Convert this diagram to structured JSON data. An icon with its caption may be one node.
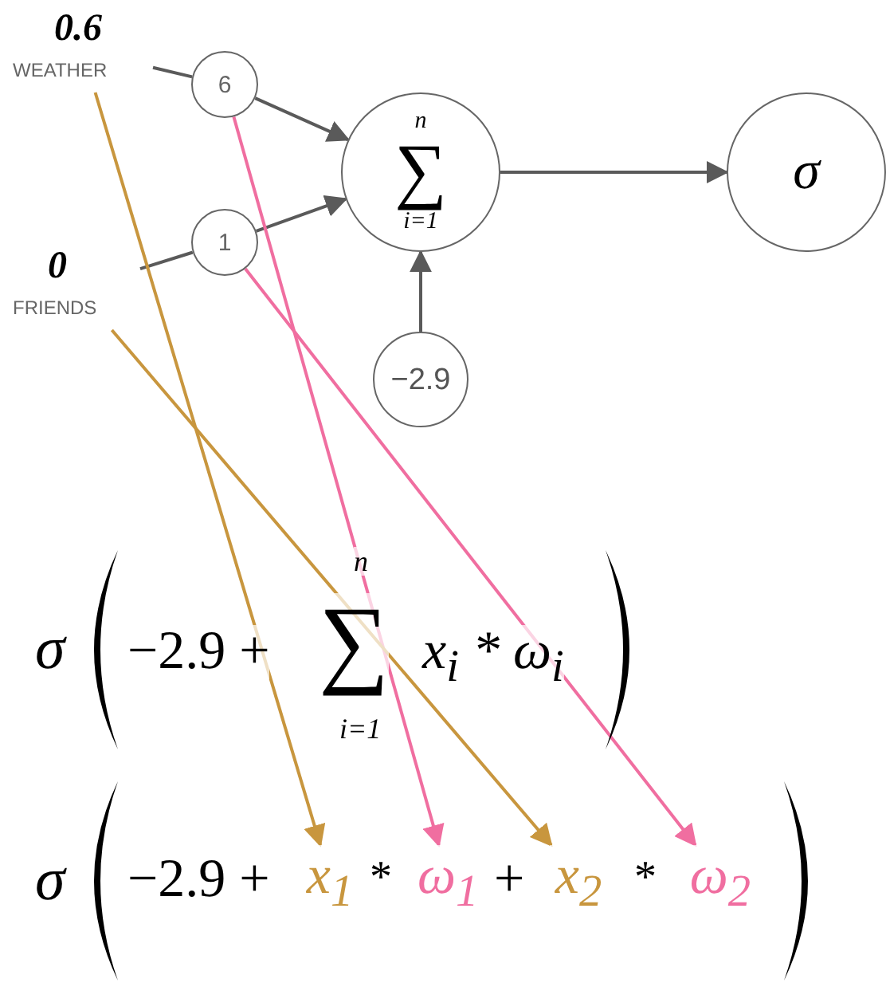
{
  "diagram": {
    "nodes": [
      {
        "text": [
          "0.6",
          "WEATHER"
        ]
      },
      {
        "text": [
          "6"
        ]
      },
      {
        "text": [
          "0",
          "FRIENDS"
        ]
      },
      {
        "text": [
          "1"
        ]
      },
      {
        "text": [
          "n",
          "∑",
          "i=1"
        ]
      },
      {
        "text": [
          "σ"
        ]
      },
      {
        "text": [
          "−2.9"
        ]
      },
      {
        "text": [
          "x$_{1}$"
        ]
      },
      {
        "text": [
          "ω$_{1}$"
        ]
      },
      {
        "text": [
          "x$_{2}$"
        ]
      },
      {
        "text": [
          "ω$_{2}$"
        ]
      }
    ],
    "edges": [
      {
        "from": 0,
        "to": 1,
        "arrow": "none"
      },
      {
        "from": 1,
        "to": 4,
        "arrow": "to"
      },
      {
        "from": 2,
        "to": 3,
        "arrow": "none"
      },
      {
        "from": 3,
        "to": 4,
        "arrow": "to"
      },
      {
        "from": 4,
        "to": 5,
        "arrow": "to"
      },
      {
        "from": 6,
        "to": 4,
        "arrow": "to"
      },
      {
        "from": 0,
        "to": 7,
        "arrow": "to",
        "color": "#c8963e"
      },
      {
        "from": 1,
        "to": 8,
        "arrow": "to",
        "color": "#f06ea0"
      },
      {
        "from": 2,
        "to": 9,
        "arrow": "to",
        "color": "#c8963e"
      },
      {
        "from": 3,
        "to": 10,
        "arrow": "to",
        "color": "#f06ea0"
      }
    ],
    "labels": [
      "σ",
      "−2.9 +",
      "n",
      "∑",
      "i=1",
      "x$_{i}$ * ω$_{i}$",
      "σ",
      "−2.9 +",
      "*",
      "+",
      "*"
    ]
  }
}
